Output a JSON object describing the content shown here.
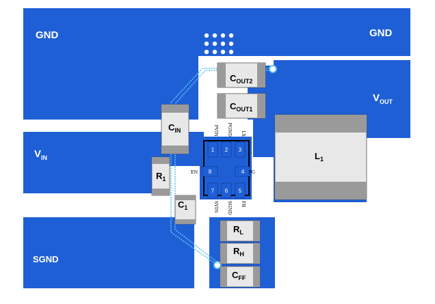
{
  "colors": {
    "copper": "#1f5fd6",
    "background": "#ffffff",
    "pad_body": "#e8e8e8",
    "pad_end": "#9a9a9a",
    "trace": "#5bc3ee",
    "ic_outline": "#000000"
  },
  "nets": {
    "gnd_left": "GND",
    "gnd_right": "GND",
    "vout": "V",
    "vout_sub": "OUT",
    "vin": "V",
    "vin_sub": "IN",
    "sgnd": "SGND"
  },
  "components": {
    "cout2": {
      "main": "C",
      "sub": "OUT2"
    },
    "cout1": {
      "main": "C",
      "sub": "OUT1"
    },
    "cin": {
      "main": "C",
      "sub": "IN"
    },
    "l1": {
      "main": "L",
      "sub": "1"
    },
    "r1": {
      "main": "R",
      "sub": "1"
    },
    "c1": {
      "main": "C",
      "sub": "1"
    },
    "rl": {
      "main": "R",
      "sub": "L"
    },
    "rh": {
      "main": "R",
      "sub": "H"
    },
    "cff": {
      "main": "C",
      "sub": "FF"
    }
  },
  "ic_pins": [
    {
      "number": "1",
      "name": "PVIN"
    },
    {
      "number": "2",
      "name": "PGND"
    },
    {
      "number": "3",
      "name": "LX"
    },
    {
      "number": "4",
      "name": "PG"
    },
    {
      "number": "5",
      "name": "FB"
    },
    {
      "number": "6",
      "name": "SGND"
    },
    {
      "number": "7",
      "name": "SVIN"
    },
    {
      "number": "8",
      "name": "EN"
    }
  ]
}
